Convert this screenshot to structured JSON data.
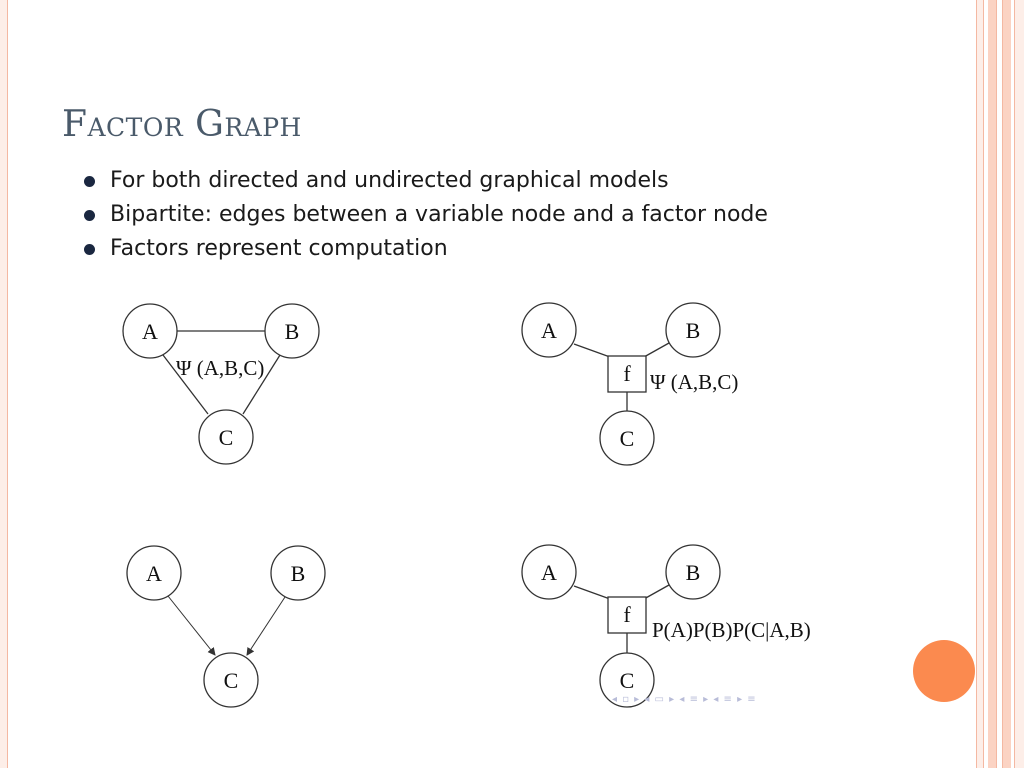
{
  "title": "Factor Graph",
  "bullets": [
    "For both directed and undirected graphical models",
    "Bipartite: edges between a variable node and a factor node",
    "Factors represent computation"
  ],
  "graphs": {
    "undirected": {
      "a": "A",
      "b": "B",
      "c": "C",
      "potential": "Ψ (A,B,C)"
    },
    "factor_top": {
      "a": "A",
      "b": "B",
      "c": "C",
      "factor": "f",
      "label": "Ψ (A,B,C)"
    },
    "directed": {
      "a": "A",
      "b": "B",
      "c": "C"
    },
    "factor_bottom": {
      "a": "A",
      "b": "B",
      "c": "C",
      "factor": "f",
      "label": "P(A)P(B)P(C|A,B)"
    }
  },
  "nav_symbols": "◂ ▫ ▸ ◂ ▭ ▸ ◂ ≡ ▸ ◂ ≡ ▸   ≡",
  "colors": {
    "accent": "#fb8a4f",
    "frame": "#f4b8a2",
    "title": "#4a5a6a"
  }
}
